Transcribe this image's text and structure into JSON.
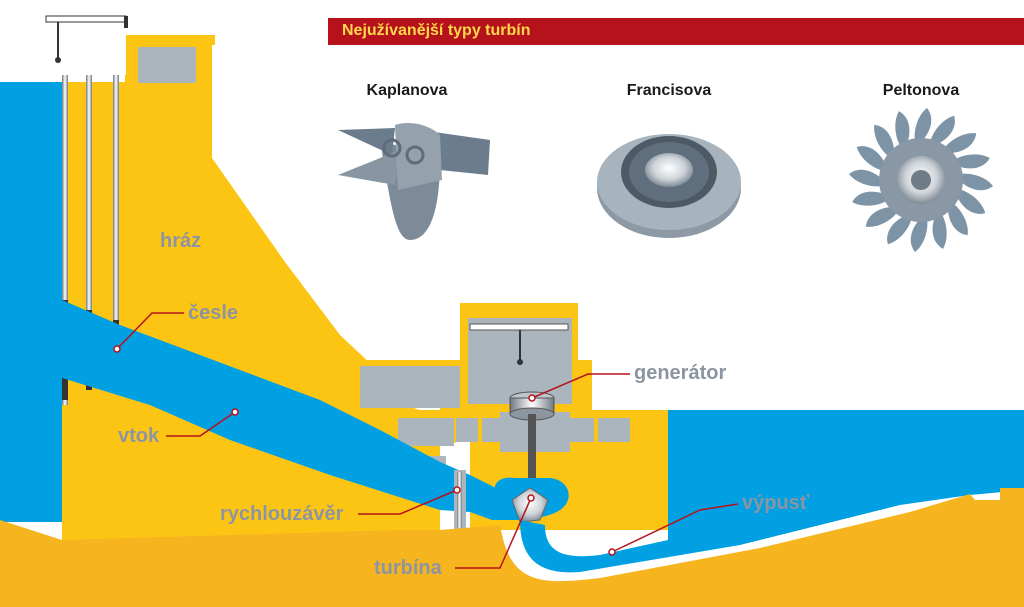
{
  "title": "Nejužívanější typy turbín",
  "turbines": [
    {
      "name": "Kaplanova"
    },
    {
      "name": "Francisova"
    },
    {
      "name": "Peltonova"
    }
  ],
  "labels": {
    "hraz": "hráz",
    "cesle": "česle",
    "vtok": "vtok",
    "generator": "generátor",
    "rychlouzaver": "rychlouzávěr",
    "turbina": "turbína",
    "vypust": "výpusť"
  },
  "colors": {
    "water": "#00a0e3",
    "dam": "#fdc513",
    "ground": "#f6b41f",
    "concrete": "#aab5be",
    "accent": "#b5121b",
    "label": "#8c95a1",
    "title_text": "#ffd84a"
  }
}
